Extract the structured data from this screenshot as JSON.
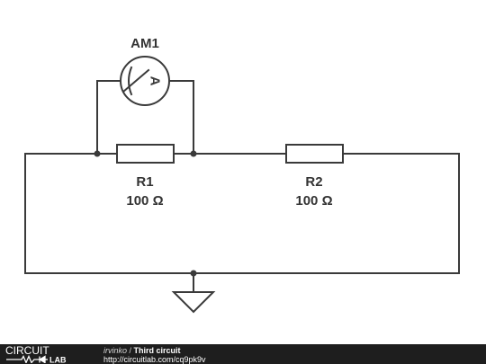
{
  "components": {
    "ammeter": {
      "name": "AM1",
      "letter": "A"
    },
    "r1": {
      "name": "R1",
      "value": "100 Ω"
    },
    "r2": {
      "name": "R2",
      "value": "100 Ω"
    }
  },
  "footer": {
    "logo_top": "CIRCUIT",
    "logo_bottom": "LAB",
    "author": "irvinko",
    "separator": " / ",
    "title": "Third circuit",
    "url": "http://circuitlab.com/cq9pk9v"
  },
  "colors": {
    "wire": "#3a3a3a",
    "footer_bg": "#1e1e1e",
    "footer_text": "#ffffff"
  }
}
